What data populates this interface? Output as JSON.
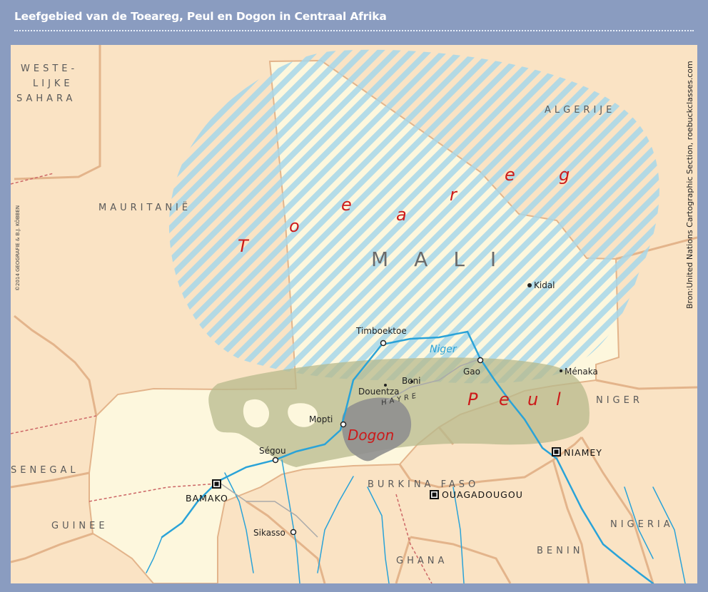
{
  "title": "Leefgebied van de Toeareg, Peul en Dogon in Centraal Afrika",
  "source": "Bron:United Nations Cartographic Section, roebuckclasses.com",
  "credit": "©2014 GEOGRAFIE & B.J. KÖBBEN",
  "countries": {
    "westelijke_sahara": [
      "WESTE-",
      "LIJKE",
      "SAHARA"
    ],
    "algerije": "ALGERIJE",
    "mauritanie": "MAURITANIË",
    "mali": "MALI",
    "niger": "NIGER",
    "senegal": "SENEGAL",
    "guinee": "GUINEE",
    "burkina_faso": "BURKINA FASO",
    "ghana": "GHANA",
    "benin": "BENIN",
    "nigeria": "NIGERIA"
  },
  "peoples": {
    "toeareg_letters": [
      "T",
      "o",
      "e",
      "a",
      "r",
      "e",
      "g"
    ],
    "peul_letters": [
      "P",
      "e",
      "u",
      "l"
    ],
    "dogon": "Dogon"
  },
  "cities": {
    "kidal": "Kidal",
    "timboektoe": "Timboektoe",
    "gao": "Gao",
    "menaka": "Ménaka",
    "boni": "Boni",
    "douentza": "Douentza",
    "mopti": "Mopti",
    "segou": "Ségou",
    "sikasso": "Sikasso"
  },
  "capitals": {
    "bamako": "BAMAKO",
    "niamey": "NIAMEY",
    "ouagadougou": "OUAGADOUGOU"
  },
  "region_labels": {
    "hayre": "HAYRE"
  },
  "rivers": {
    "niger": "Niger"
  },
  "colors": {
    "frame": "#8a9cc0",
    "land_other": "#fae3c4",
    "land_mali": "#fdf7dd",
    "hatch_blue": "#a7d7ea",
    "peul_zone": "#b7b98c",
    "dogon_zone": "#8f8f8f",
    "river": "#2aa3d8",
    "people_label": "#cc1a1a",
    "border": "#e3b48b"
  }
}
